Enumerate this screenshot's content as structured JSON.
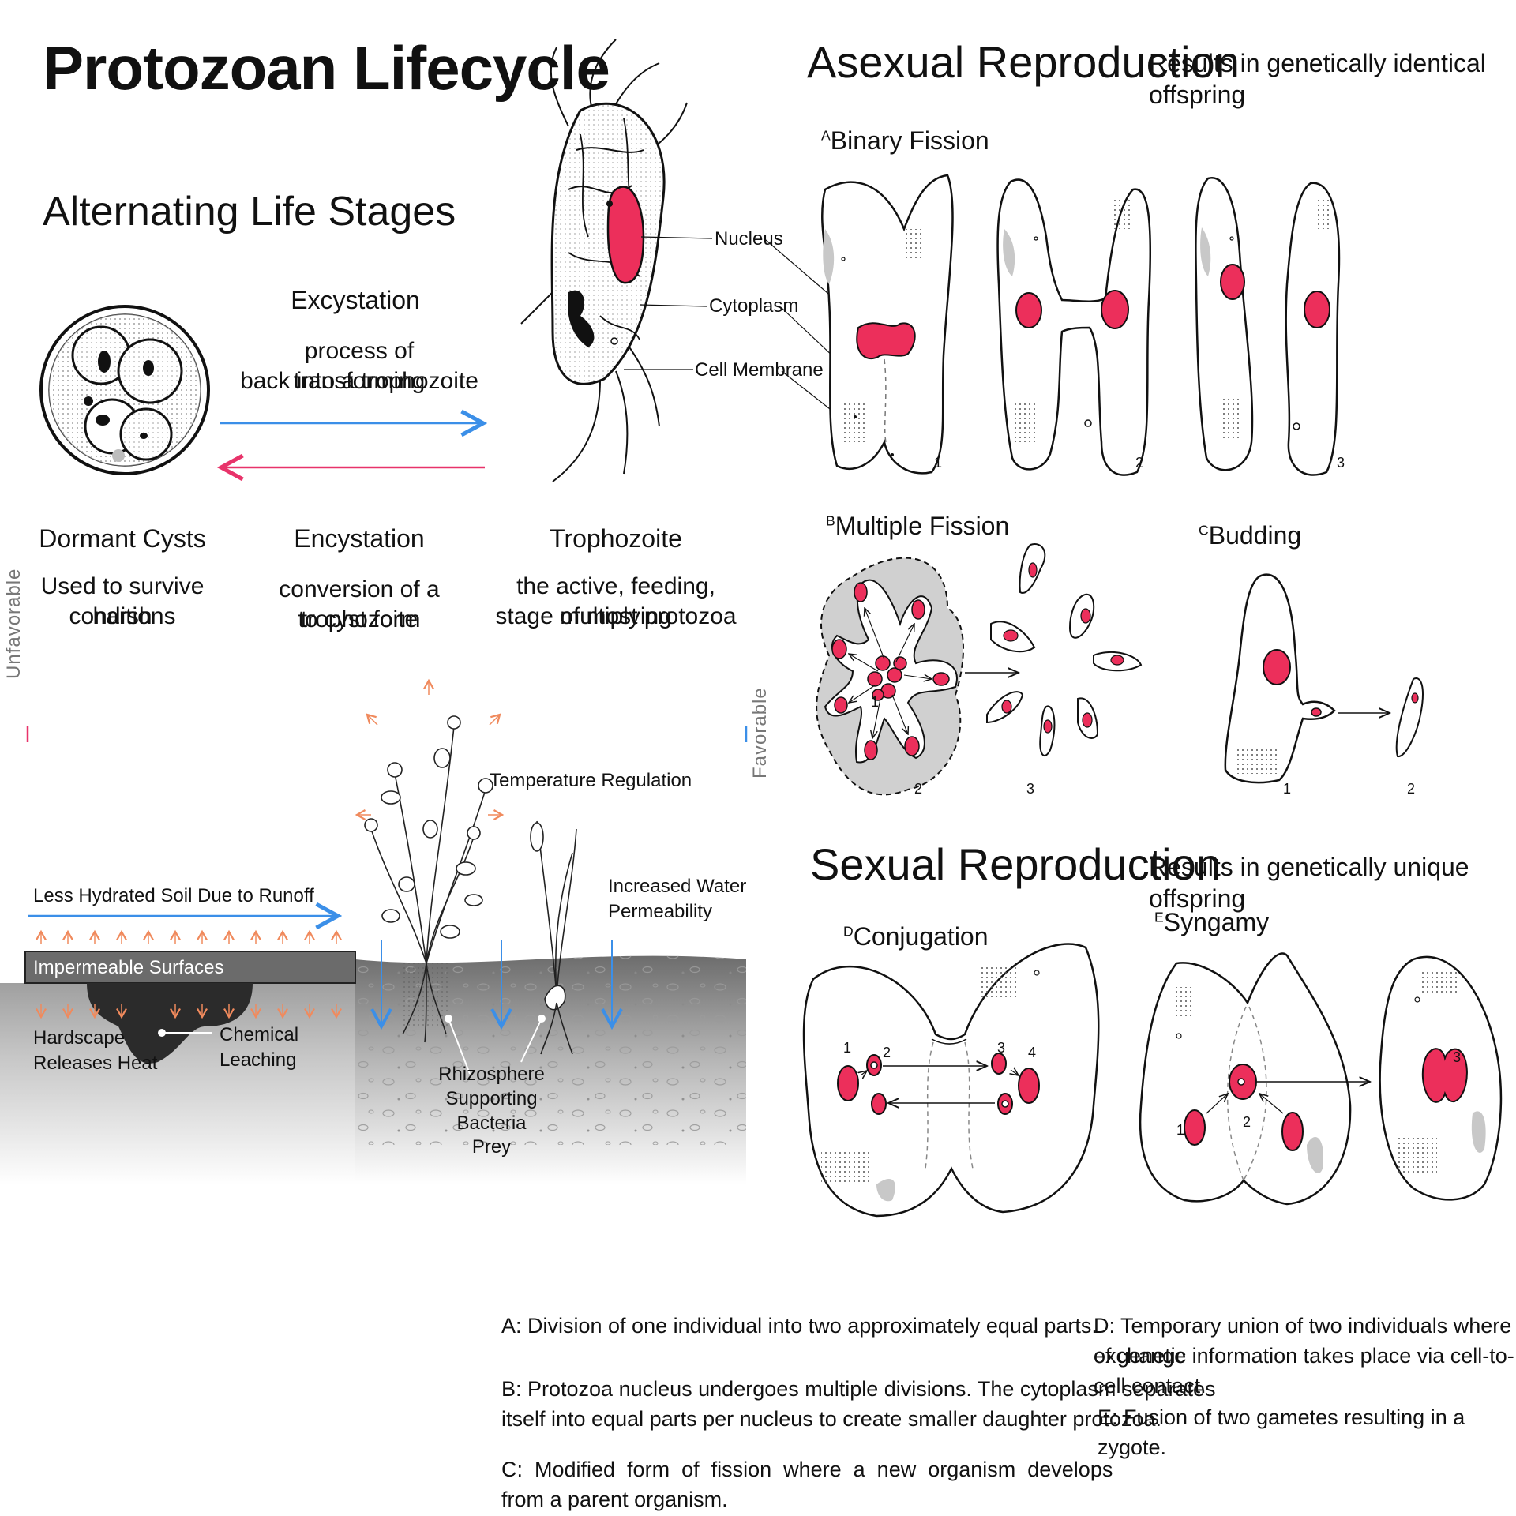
{
  "title": "Protozoan Lifecycle",
  "left": {
    "heading": "Alternating Life Stages",
    "excystation": {
      "label": "Excystation",
      "desc_line1": "process of transforming",
      "desc_line2": "back into a trophozoite"
    },
    "dormant": {
      "label": "Dormant Cysts",
      "desc_line1": "Used to survive harsh",
      "desc_line2": "conditions"
    },
    "encystation": {
      "label": "Encystation",
      "desc_line1": "conversion of a trophozoite",
      "desc_line2": "to cyst form"
    },
    "trophozoite": {
      "label": "Trophozoite",
      "desc_line1": "the active, feeding, multiplying",
      "desc_line2": "stage of most protozoa"
    },
    "cell_labels": {
      "nucleus": "Nucleus",
      "cytoplasm": "Cytoplasm",
      "membrane": "Cell Membrane"
    }
  },
  "environment": {
    "unfavorable": "Unfavorable",
    "favorable": "Favorable",
    "temperature": "Temperature Regulation",
    "runoff": "Less Hydrated Soil Due to Runoff",
    "impermeable": "Impermeable Surfaces",
    "hardscape_line1": "Hardscape",
    "hardscape_line2": "Releases Heat",
    "chemical_line1": "Chemical",
    "chemical_line2": "Leaching",
    "water_line1": "Increased Water",
    "water_line2": "Permeability",
    "rhizo_line1": "Rhizosphere",
    "rhizo_line2": "Supporting",
    "rhizo_line3": "Bacteria Prey"
  },
  "asexual": {
    "heading": "Asexual Reproduction",
    "subtitle": "Results in genetically identical offspring",
    "binary": {
      "letter": "A",
      "label": "Binary Fission",
      "steps": [
        "1",
        "2",
        "3"
      ]
    },
    "multiple": {
      "letter": "B",
      "label": "Multiple Fission",
      "steps": [
        "1",
        "2",
        "3"
      ]
    },
    "budding": {
      "letter": "C",
      "label": "Budding",
      "steps": [
        "1",
        "2"
      ]
    }
  },
  "sexual": {
    "heading": "Sexual Reproduction",
    "subtitle": "Results in genetically unique offspring",
    "conjugation": {
      "letter": "D",
      "label": "Conjugation",
      "steps": [
        "1",
        "2",
        "3",
        "4"
      ]
    },
    "syngamy": {
      "letter": "E",
      "label": "Syngamy",
      "steps": [
        "1",
        "2",
        "3"
      ]
    }
  },
  "captions": {
    "a": "A: Division of one individual into two approximately equal parts.",
    "b_line1": "B: Protozoa nucleus undergoes multiple divisions. The cytoplasm separates",
    "b_line2": "itself into equal parts per nucleus to create smaller daughter protozoa.",
    "c_line1": "C:  Modified  form  of  fission  where  a  new  organism  develops",
    "c_line2": "from a parent organism.",
    "d_line1": "D: Temporary union of two individuals where exchange",
    "d_line2": "of genetic information takes place via cell-to-cell contact.",
    "e": "E: Fusion of two gametes resulting in a zygote."
  },
  "colors": {
    "nucleus": "#ec2f5b",
    "blue_arrow": "#3b8fe8",
    "pink_arrow": "#e8336a",
    "orange_arrow": "#f08a5d",
    "gray_fill": "#cfcfcf"
  }
}
